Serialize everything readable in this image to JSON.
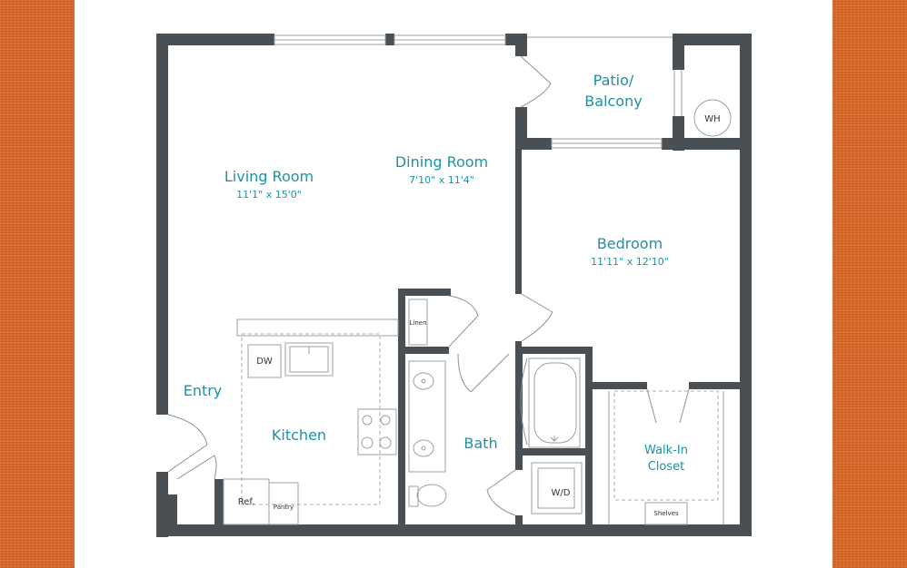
{
  "rooms": {
    "patio": {
      "line1": "Patio/",
      "line2": "Balcony"
    },
    "living": {
      "name": "Living Room",
      "dims": "11'1\" x 15'0\""
    },
    "dining": {
      "name": "Dining Room",
      "dims": "7'10\" x 11'4\""
    },
    "bedroom": {
      "name": "Bedroom",
      "dims": "11'11\" x 12'10\""
    },
    "entry": {
      "name": "Entry"
    },
    "kitchen": {
      "name": "Kitchen"
    },
    "bath": {
      "name": "Bath"
    },
    "closet": {
      "line1": "Walk-In",
      "line2": "Closet"
    }
  },
  "fixtures": {
    "wh": "WH",
    "dw": "DW",
    "ref": "Ref.",
    "pantry": "Pantry",
    "linen": "Linen",
    "wd": "W/D",
    "shelves": "Shelves"
  },
  "colors": {
    "label": "#1a93a8",
    "wall": "#4a4f54",
    "border": "#d9692a"
  }
}
